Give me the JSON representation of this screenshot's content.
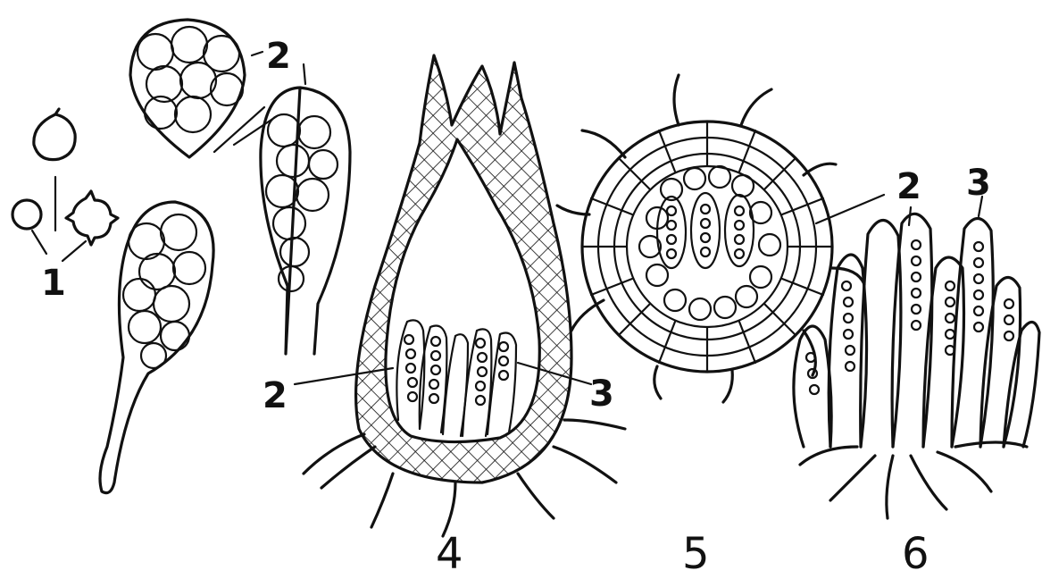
{
  "figure": {
    "labels": {
      "spores": "1",
      "asci_top": "2",
      "asci_4": "2",
      "paraphyses_4": "3",
      "asci_6": "2",
      "paraphyses_6": "3",
      "panel_4": "4",
      "panel_5": "5",
      "panel_6": "6"
    },
    "colors": {
      "ink": "#111111",
      "paper": "#ffffff"
    }
  }
}
